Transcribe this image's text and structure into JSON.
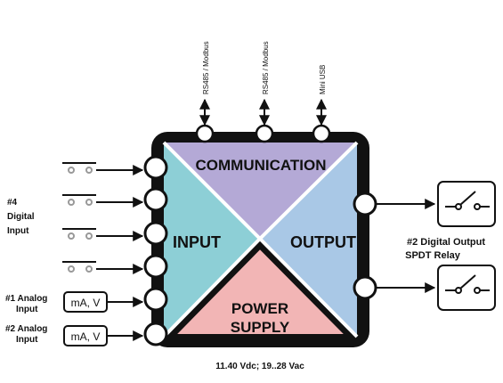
{
  "diagram": {
    "blocks": {
      "communication": "COMMUNICATION",
      "input": "INPUT",
      "output": "OUTPUT",
      "power_line1": "POWER",
      "power_line2": "SUPPLY"
    },
    "top_ports": [
      "RS485 / Modbus",
      "RS485 / Modbus",
      "Mini USB"
    ],
    "digital_input_label": [
      "#4",
      "Digital",
      "Input"
    ],
    "analog_inputs": [
      {
        "label_line1": "#1 Analog",
        "label_line2": "Input",
        "signal": "mA, V"
      },
      {
        "label_line1": "#2 Analog",
        "label_line2": "Input",
        "signal": "mA, V"
      }
    ],
    "output_label": [
      "#2 Digital Output",
      "SPDT Relay"
    ],
    "power_spec": "11.40 Vdc; 19..28 Vac",
    "colors": {
      "communication": "#b4a9d6",
      "input": "#8dcfd6",
      "output": "#a9c8e6",
      "power": "#f2b5b5",
      "frame": "#111111"
    }
  }
}
